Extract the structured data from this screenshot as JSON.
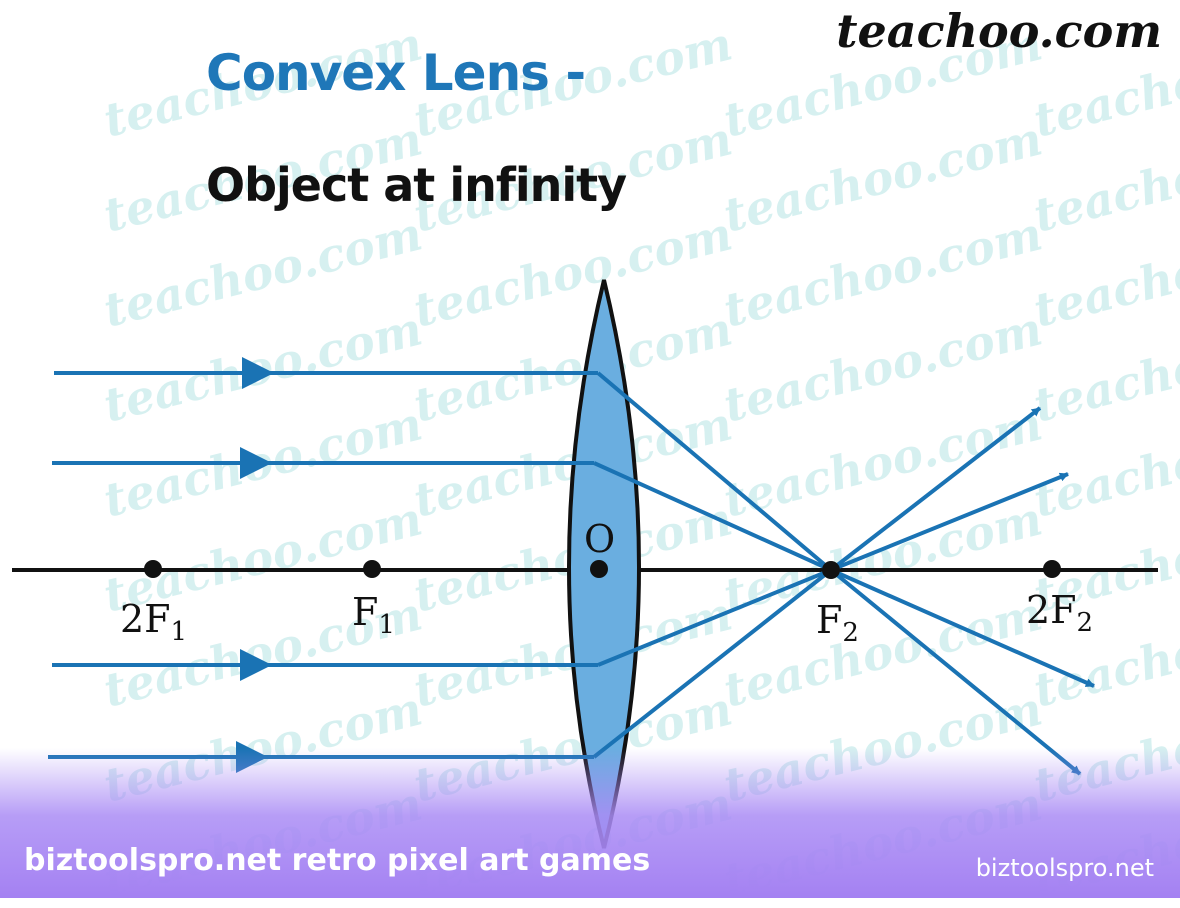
{
  "brand": "teachoo.com",
  "title": "Convex Lens -",
  "subtitle": "Object at infinity",
  "watermark": "teachoo.com",
  "labels": {
    "two_f1": {
      "main": "2F",
      "sub": "1"
    },
    "f1": {
      "main": "F",
      "sub": "1"
    },
    "optical_center": "O",
    "f2": {
      "main": "F",
      "sub": "2"
    },
    "two_f2": {
      "main": "2F",
      "sub": "2"
    }
  },
  "banner": {
    "left_text": "biztoolspro.net retro pixel art games",
    "right_text": "biztoolspro.net"
  },
  "colors": {
    "ray": "#1a73b4",
    "lens_fill": "#6aaee0",
    "lens_outline": "#111111",
    "axis": "#111111",
    "title": "#1f77b8"
  }
}
